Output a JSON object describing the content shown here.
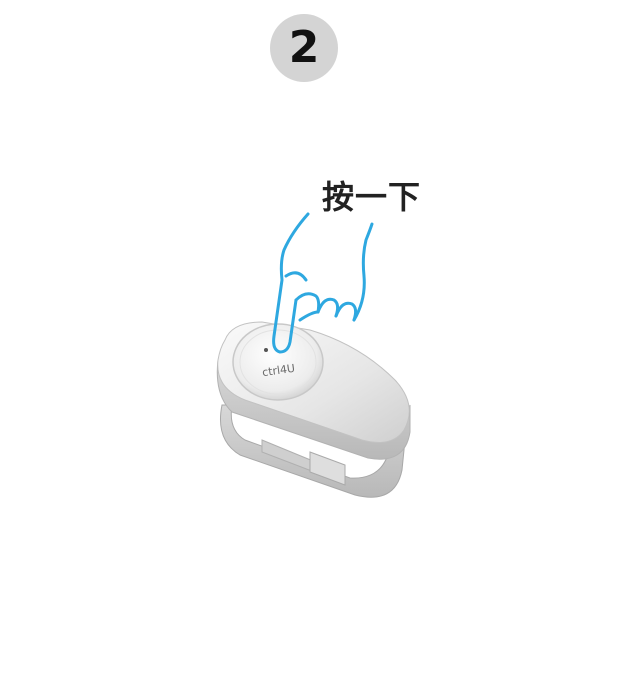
{
  "step": {
    "number": "2"
  },
  "instruction": {
    "text": "按一下"
  },
  "device": {
    "logo": "ctrl4U"
  },
  "colors": {
    "badge": "#d4d4d4",
    "finger_outline": "#2ea8e0",
    "device_body": "#e9e9e9"
  },
  "icons": {
    "hand": "pointing-hand-icon",
    "device": "clip-device-icon"
  }
}
